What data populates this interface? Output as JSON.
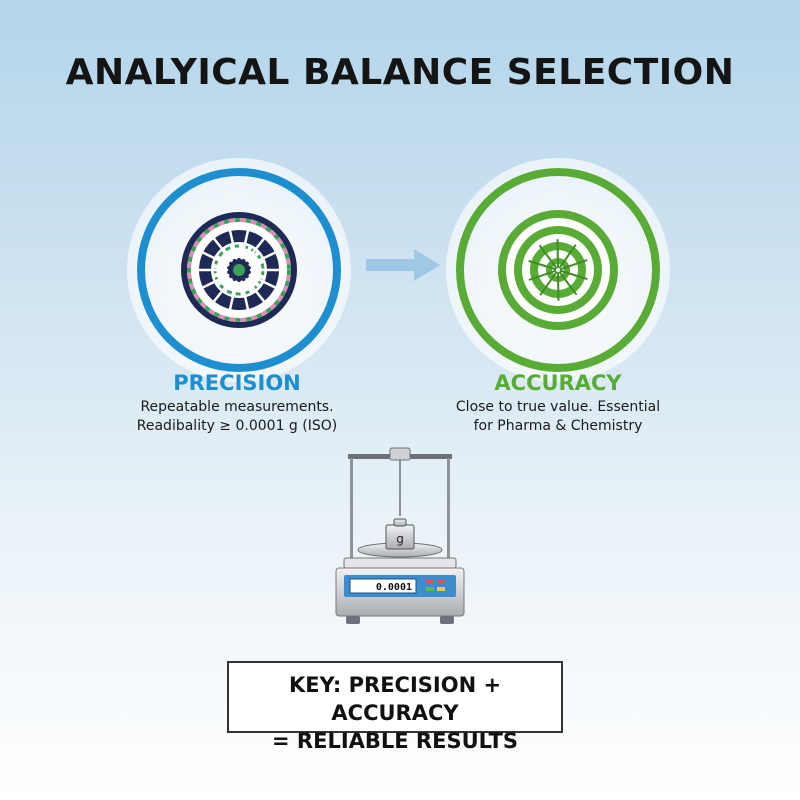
{
  "title": "ANALYICAL BALANCE SELECTION",
  "precision": {
    "label": "PRECISION",
    "desc_line1": "Repeatable measurements.",
    "desc_line2": "Readibality ≥ 0.0001 g (ISO)",
    "color": "#1d8fd0",
    "icon": "dartboard-target-icon"
  },
  "accuracy": {
    "label": "ACCURACY",
    "desc_line1": "Close to true value. Essential",
    "desc_line2": "for Pharma & Chemistry",
    "color": "#58ac36",
    "icon": "bullseye-target-icon"
  },
  "balance": {
    "display_value": "0.0001",
    "weight_label": "g"
  },
  "key": {
    "line1": "KEY: PRECISION + ACCURACY",
    "line2": "= RELIABLE RESULTS"
  }
}
